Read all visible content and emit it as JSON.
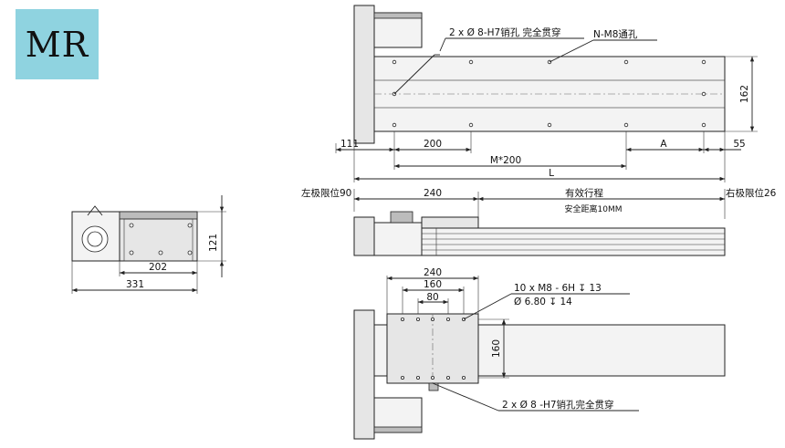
{
  "logo": {
    "text": "MR"
  },
  "side_view": {
    "dim_height": "121",
    "dim_width_inner": "202",
    "dim_width_total": "331"
  },
  "top_view": {
    "pin_note": "2 x  Ø  8-H7销孔 完全贯穿",
    "thread_note": "N-M8通孔",
    "dim_height": "162",
    "dim_111": "111",
    "dim_200": "200",
    "dim_A": "A",
    "dim_55": "55",
    "dim_M200": "M*200",
    "dim_L": "L"
  },
  "front_view": {
    "left_limit": "左极限位90",
    "dim_240": "240",
    "effective_stroke": "有效行程",
    "right_limit": "右极限位26",
    "safety_distance": "安全距离10MM"
  },
  "carriage_view": {
    "dim_240": "240",
    "dim_160": "160",
    "dim_80": "80",
    "thread_note_1": "10 x  M8 - 6H ↧ 13",
    "thread_note_2": "Ø 6.80 ↧ 14",
    "dim_160_vertical": "160",
    "pin_note": "2 x  Ø 8 -H7销孔完全贯穿"
  }
}
